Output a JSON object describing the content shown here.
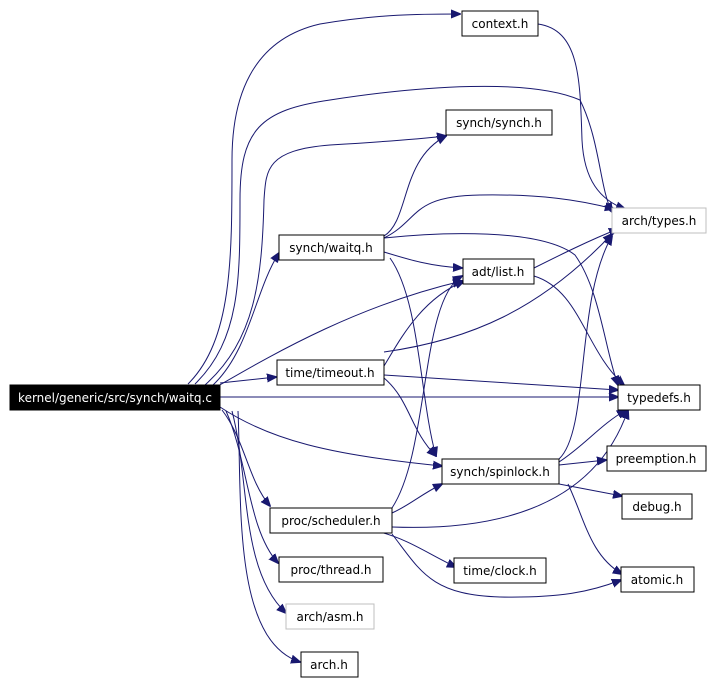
{
  "colors": {
    "edge": "#191970",
    "root_fill": "#000000",
    "root_text": "#ffffff",
    "grey_border": "#bfbfbf"
  },
  "nodes": {
    "root": {
      "label": "kernel/generic/src/synch/waitq.c"
    },
    "context_h": {
      "label": "context.h"
    },
    "synch_synch_h": {
      "label": "synch/synch.h"
    },
    "arch_types_h": {
      "label": "arch/types.h"
    },
    "synch_waitq_h": {
      "label": "synch/waitq.h"
    },
    "adt_list_h": {
      "label": "adt/list.h"
    },
    "time_timeout_h": {
      "label": "time/timeout.h"
    },
    "typedefs_h": {
      "label": "typedefs.h"
    },
    "synch_spinlock_h": {
      "label": "synch/spinlock.h"
    },
    "preemption_h": {
      "label": "preemption.h"
    },
    "debug_h": {
      "label": "debug.h"
    },
    "proc_scheduler_h": {
      "label": "proc/scheduler.h"
    },
    "proc_thread_h": {
      "label": "proc/thread.h"
    },
    "time_clock_h": {
      "label": "time/clock.h"
    },
    "atomic_h": {
      "label": "atomic.h"
    },
    "arch_asm_h": {
      "label": "arch/asm.h"
    },
    "arch_h": {
      "label": "arch.h"
    }
  }
}
